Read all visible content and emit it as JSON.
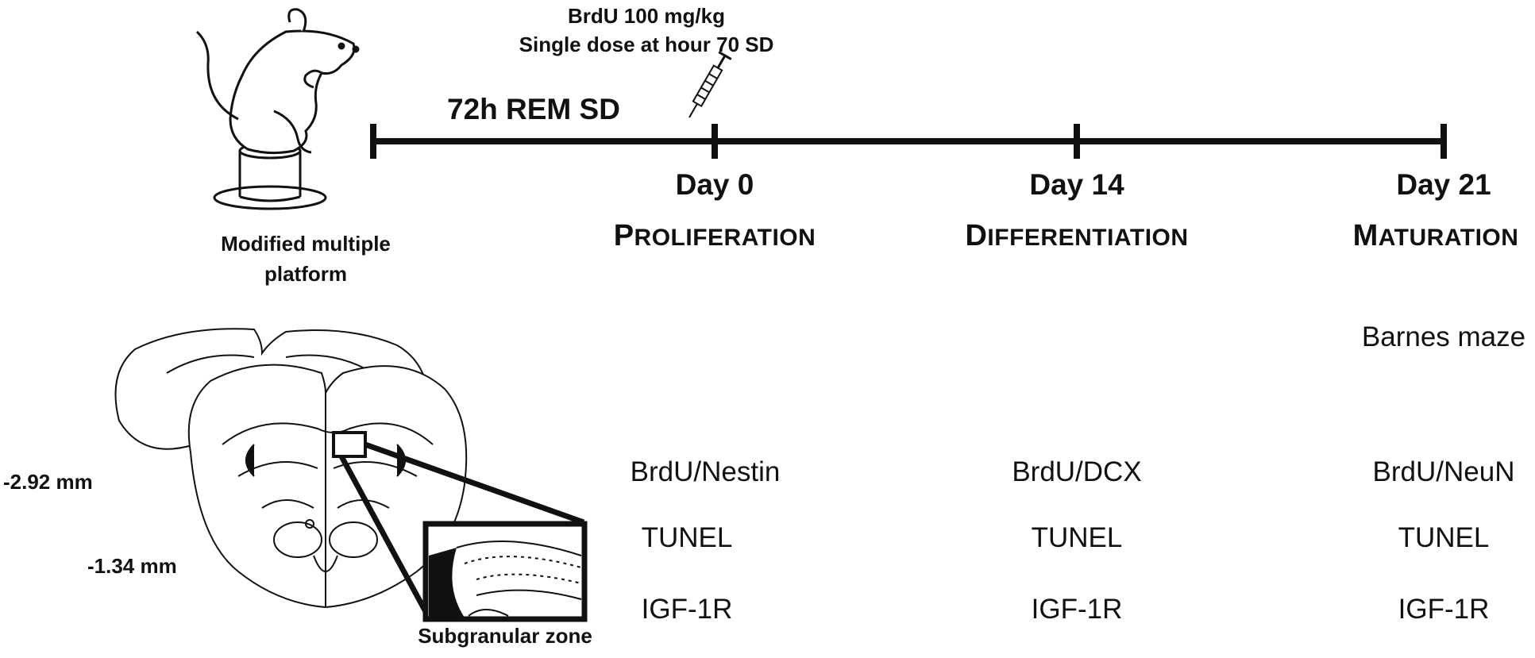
{
  "injection": {
    "line1": "BrdU 100 mg/kg",
    "line2": "Single dose at hour 70 SD"
  },
  "sd_label": "72h REM SD",
  "platform_label": [
    "Modified multiple",
    "platform"
  ],
  "days": [
    {
      "day": "Day 0",
      "phase_initial": "P",
      "phase_rest": "ROLIFERATION",
      "markers": [
        "BrdU/Nestin",
        "TUNEL",
        "IGF-1R"
      ]
    },
    {
      "day": "Day 14",
      "phase_initial": "D",
      "phase_rest": "IFFERENTIATION",
      "markers": [
        "BrdU/DCX",
        "TUNEL",
        "IGF-1R"
      ]
    },
    {
      "day": "Day 21",
      "phase_initial": "M",
      "phase_rest": "ATURATION",
      "markers": [
        "BrdU/NeuN",
        "TUNEL",
        "IGF-1R"
      ]
    }
  ],
  "behavior_test": "Barnes maze",
  "brain": {
    "coord_back": "-2.92 mm",
    "coord_front": "-1.34 mm",
    "region_label": "Subgranular zone"
  }
}
